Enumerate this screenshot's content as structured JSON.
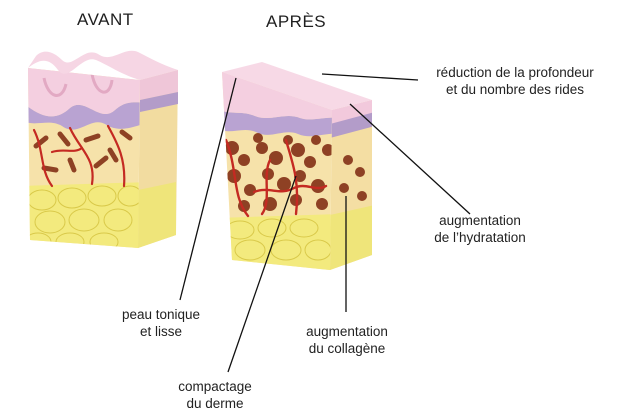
{
  "titles": {
    "before": "AVANT",
    "after": "APRÈS"
  },
  "labels": {
    "wrinkles": [
      "réduction de la profondeur",
      "et du nombre des rides"
    ],
    "hydration": [
      "augmentation",
      "de l’hydratation"
    ],
    "collagen": [
      "augmentation",
      "du collagène"
    ],
    "toned": [
      "peau tonique",
      "et lisse"
    ],
    "dermis": [
      "compactage",
      "du derme"
    ]
  },
  "colors": {
    "epidermis": "#f4cfe0",
    "basal": "#b9a3d2",
    "dermis": "#f6e2aa",
    "fat": "#f3e978",
    "collagen": "#8e4124",
    "vessel": "#c42a22",
    "line": "#111111"
  },
  "icons": [
    "skin-block-before",
    "skin-block-after"
  ]
}
